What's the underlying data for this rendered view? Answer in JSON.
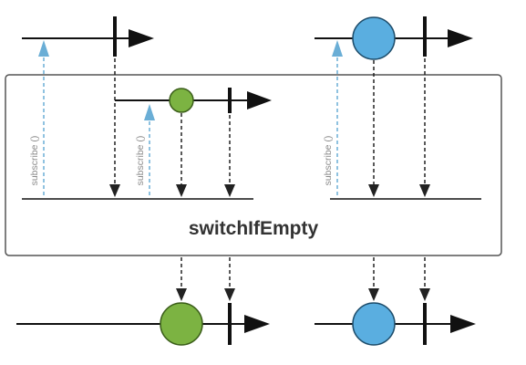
{
  "operator": {
    "name": "switchIfEmpty"
  },
  "labels": {
    "subscribe": "subscribe ()"
  },
  "colors": {
    "line": "#111111",
    "box_border": "#555555",
    "dashed_arrow": "#222222",
    "subscribe_arrow": "#6aaed6",
    "green_marble": "#7cb342",
    "green_marble_stroke": "#3b5e1a",
    "blue_marble": "#5aaee0",
    "blue_marble_stroke": "#1e4d6b"
  },
  "marbles": {
    "left_source_emits": [],
    "left_fallback_emits": [
      "green"
    ],
    "right_source_emits": [
      "blue"
    ],
    "left_result_emits": [
      "green"
    ],
    "right_result_emits": [
      "blue"
    ]
  }
}
